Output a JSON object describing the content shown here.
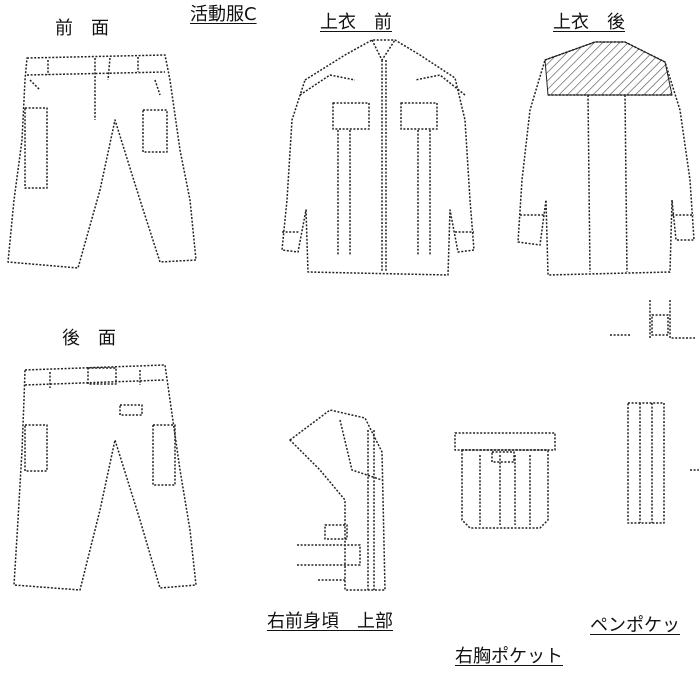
{
  "title": "活動服C",
  "labels": {
    "pants_front": "前　面",
    "pants_back": "後　面",
    "jacket_front": "上衣　前",
    "jacket_back": "上衣　後",
    "right_front_upper": "右前身頃　上部",
    "right_chest_pocket": "右胸ポケット",
    "pen_pocket": "ペンポケッ"
  },
  "colors": {
    "ink": "#222222",
    "background": "#ffffff"
  }
}
